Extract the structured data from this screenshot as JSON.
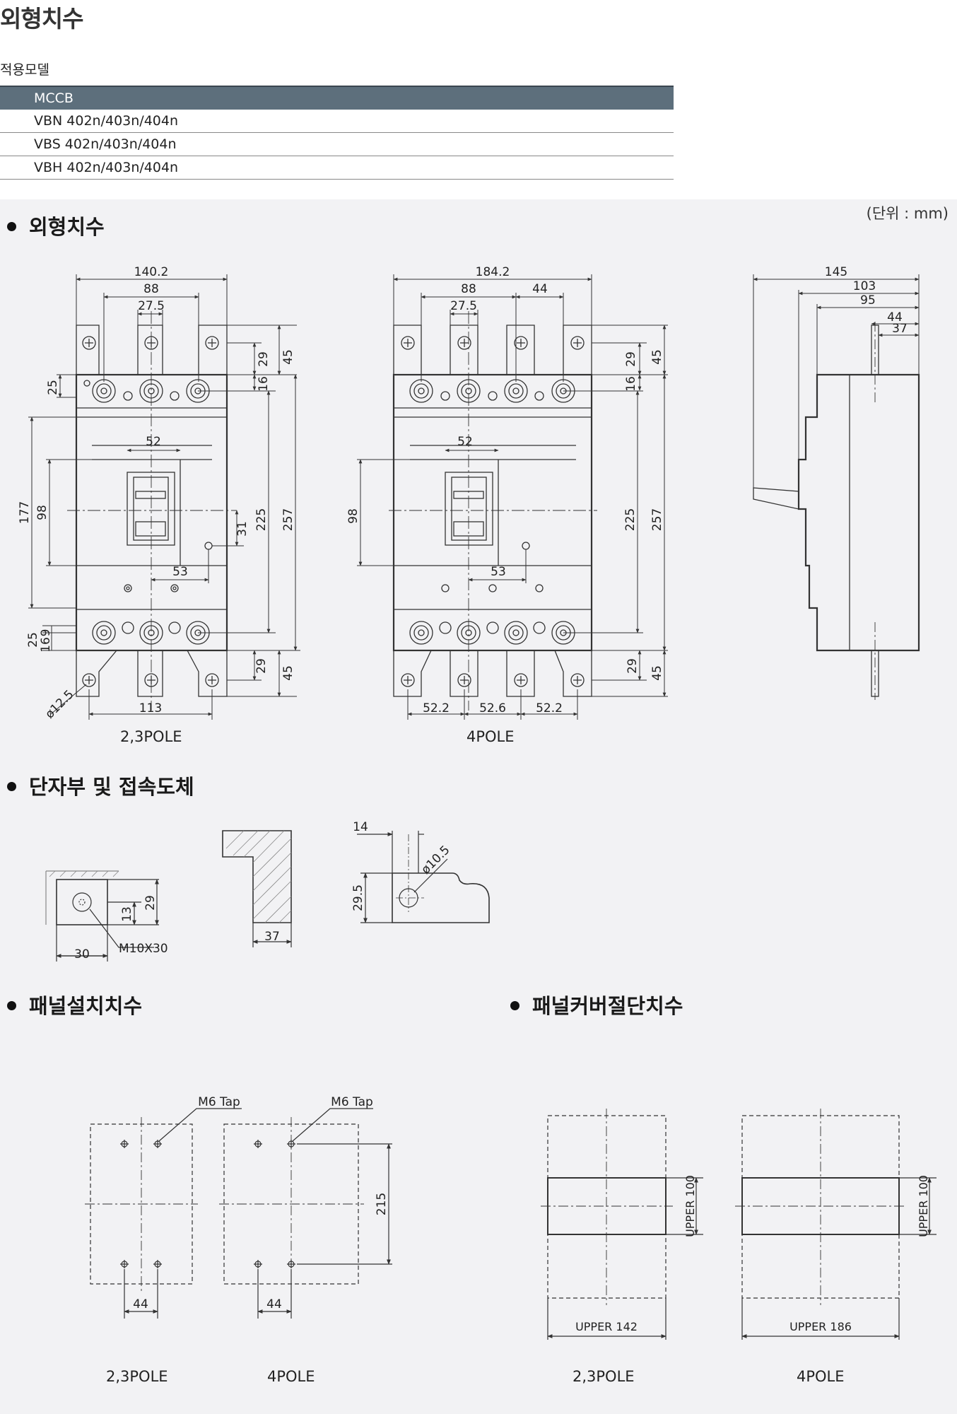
{
  "title": "외형치수",
  "applicable_models_label": "적용모델",
  "models_table": {
    "header": "MCCB",
    "rows": [
      "VBN 402n/403n/404n",
      "VBS 402n/403n/404n",
      "VBH 402n/403n/404n"
    ]
  },
  "unit": "(단위 : mm)",
  "sections": {
    "outer_dimensions": "외형치수",
    "terminal": "단자부 및 접속도체",
    "panel_install": "패널설치치수",
    "panel_cover_cut": "패널커버절단치수"
  },
  "captions": {
    "pole_23": "2,3POLE",
    "pole_4": "4POLE"
  },
  "dims_23": {
    "d140": "140.2",
    "d88": "88",
    "d275": "27.5",
    "d29": "29",
    "d45": "45",
    "d25": "25",
    "d16": "16",
    "d177": "177",
    "d98": "98",
    "d52": "52",
    "d31": "31",
    "d225": "225",
    "d257": "257",
    "d53": "53",
    "d9": "9",
    "d16b": "16",
    "d25b": "25",
    "d29b": "29",
    "d45b": "45",
    "d125": "ø12.5",
    "d113": "113"
  },
  "dims_4": {
    "d184": "184.2",
    "d88": "88",
    "d44": "44",
    "d275": "27.5",
    "d29": "29",
    "d45": "45",
    "d16": "16",
    "d98": "98",
    "d52": "52",
    "d225": "225",
    "d257": "257",
    "d53": "53",
    "d29b": "29",
    "d45b": "45",
    "d522a": "52.2",
    "d526": "52.6",
    "d522b": "52.2"
  },
  "dims_side": {
    "d145": "145",
    "d103": "103",
    "d95": "95",
    "d44": "44",
    "d37": "37"
  },
  "terminal_dims": {
    "d29": "29",
    "d13": "13",
    "d30": "30",
    "m10": "M10X30",
    "d37": "37",
    "d14": "14",
    "d105": "ø10.5",
    "d295": "29.5"
  },
  "panel_dims": {
    "tap": "M6 Tap",
    "d215": "215",
    "d44": "44",
    "upper100": "UPPER 100",
    "upper142": "UPPER 142",
    "upper186": "UPPER 186"
  }
}
